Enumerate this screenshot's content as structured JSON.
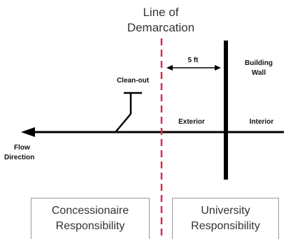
{
  "diagram": {
    "title_line1": "Line of",
    "title_line2": "Demarcation",
    "distance_label": "5 ft",
    "wall_label_line1": "Building",
    "wall_label_line2": "Wall",
    "cleanout_label": "Clean-out",
    "exterior_label": "Exterior",
    "interior_label": "Interior",
    "flow_label_line1": "Flow",
    "flow_label_line2": "Direction",
    "left_box_line1": "Concessionaire",
    "left_box_line2": "Responsibility",
    "right_box_line1": "University",
    "right_box_line2": "Responsibility",
    "colors": {
      "demarcation_line": "#e0284a",
      "pipe": "#000000",
      "text": "#333333",
      "box_border": "#999999"
    }
  }
}
